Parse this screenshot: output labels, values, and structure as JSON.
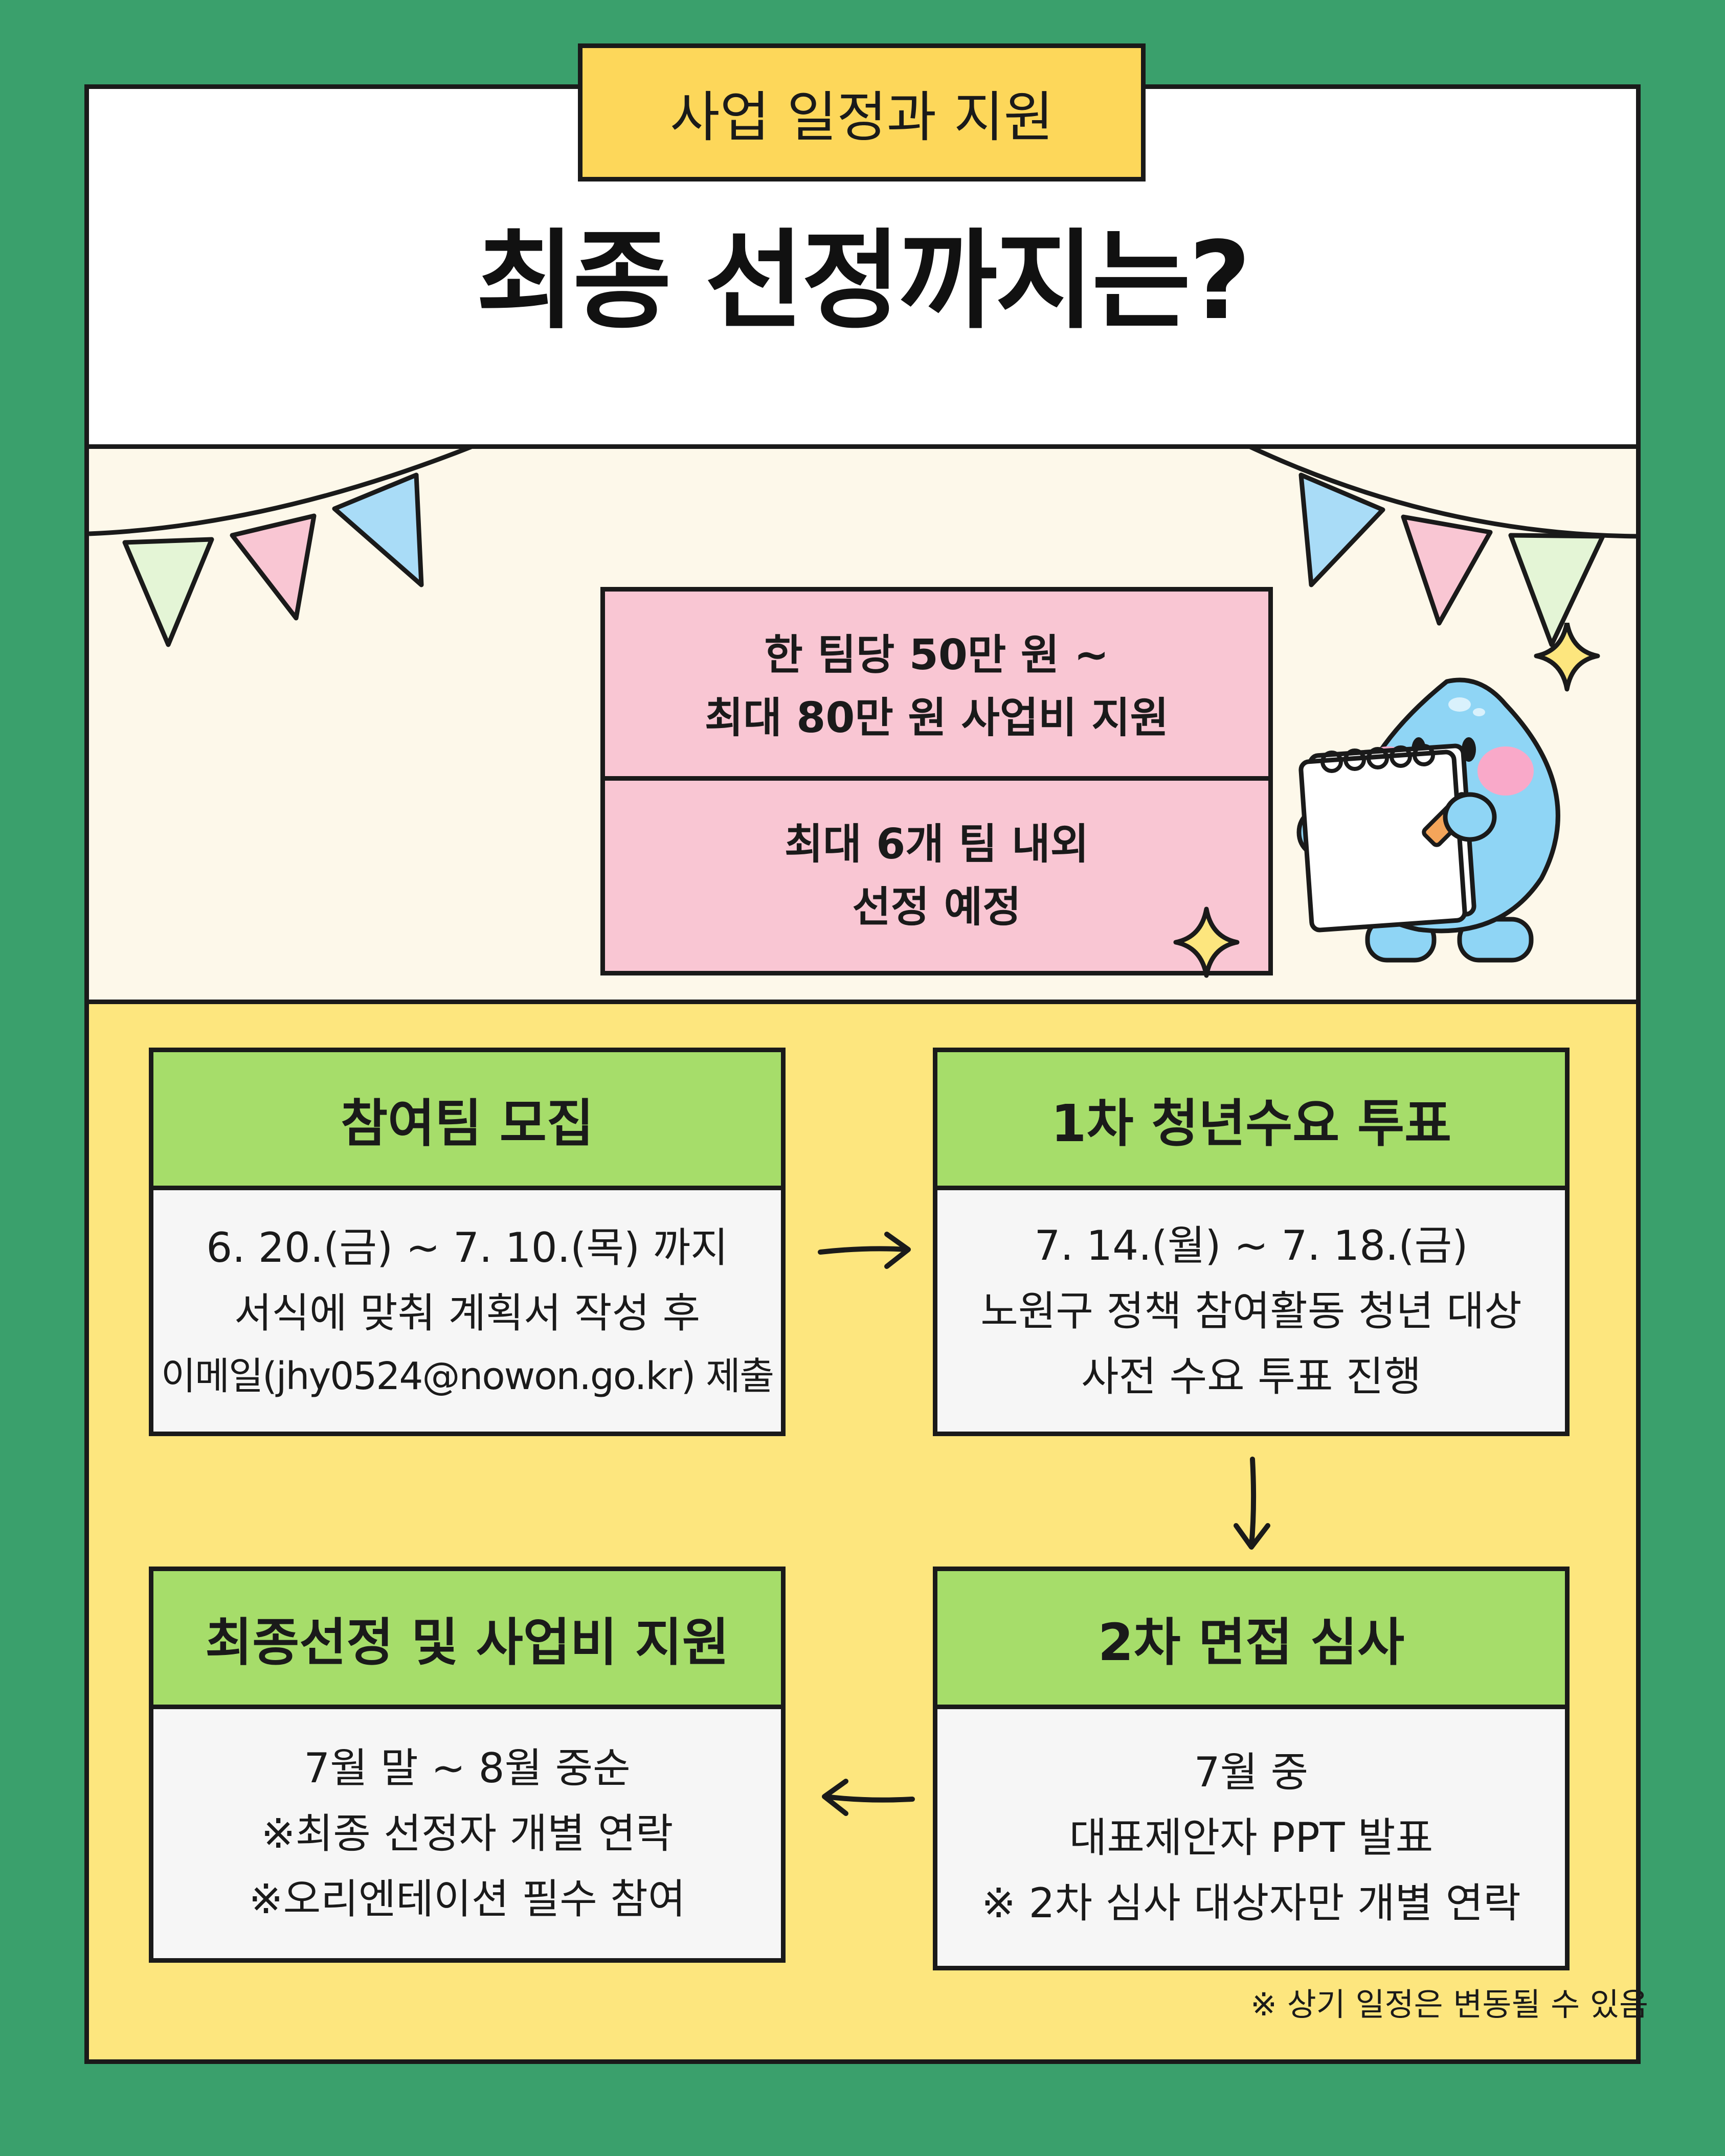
{
  "header": {
    "tag": "사업 일정과 지원",
    "title": "최종 선정까지는?"
  },
  "highlights": [
    {
      "line1": "한 팀당 50만 원 ~",
      "line2": "최대 80만 원 사업비 지원"
    },
    {
      "line1": "최대 6개 팀 내외",
      "line2": "선정 예정"
    }
  ],
  "steps": [
    {
      "title": "참여팀 모집",
      "lines": [
        "6. 20.(금) ~ 7. 10.(목) 까지",
        "서식에 맞춰 계획서 작성 후",
        "이메일(jhy0524@nowon.go.kr) 제출"
      ]
    },
    {
      "title": "1차 청년수요 투표",
      "lines": [
        "7. 14.(월) ~ 7. 18.(금)",
        "노원구 정책 참여활동 청년 대상",
        "사전 수요 투표 진행"
      ]
    },
    {
      "title": "2차 면접 심사",
      "lines": [
        "7월 중",
        "대표제안자 PPT 발표",
        "※ 2차 심사 대상자만 개별 연락"
      ]
    },
    {
      "title": "최종선정 및 사업비 지원",
      "lines": [
        "7월 말 ~ 8월 중순",
        "※최종 선정자 개별 연락",
        "※오리엔테이션 필수 참여"
      ]
    }
  ],
  "footnote": "※ 상기 일정은 변동될 수 있음",
  "colors": {
    "background": "#3aa06c",
    "tag": "#fdd75a",
    "pink": "#f9c6d3",
    "card_head": "#a6dd6a",
    "lower_panel": "#fde67e",
    "cream": "#fdf8ea",
    "mascot": "#8fd5f5"
  },
  "icons": [
    "bunting-flags-left",
    "bunting-flags-right",
    "water-drop-mascot",
    "notepad-icon",
    "sparkle-icon",
    "arrow-right-icon",
    "arrow-down-icon",
    "arrow-left-icon"
  ]
}
